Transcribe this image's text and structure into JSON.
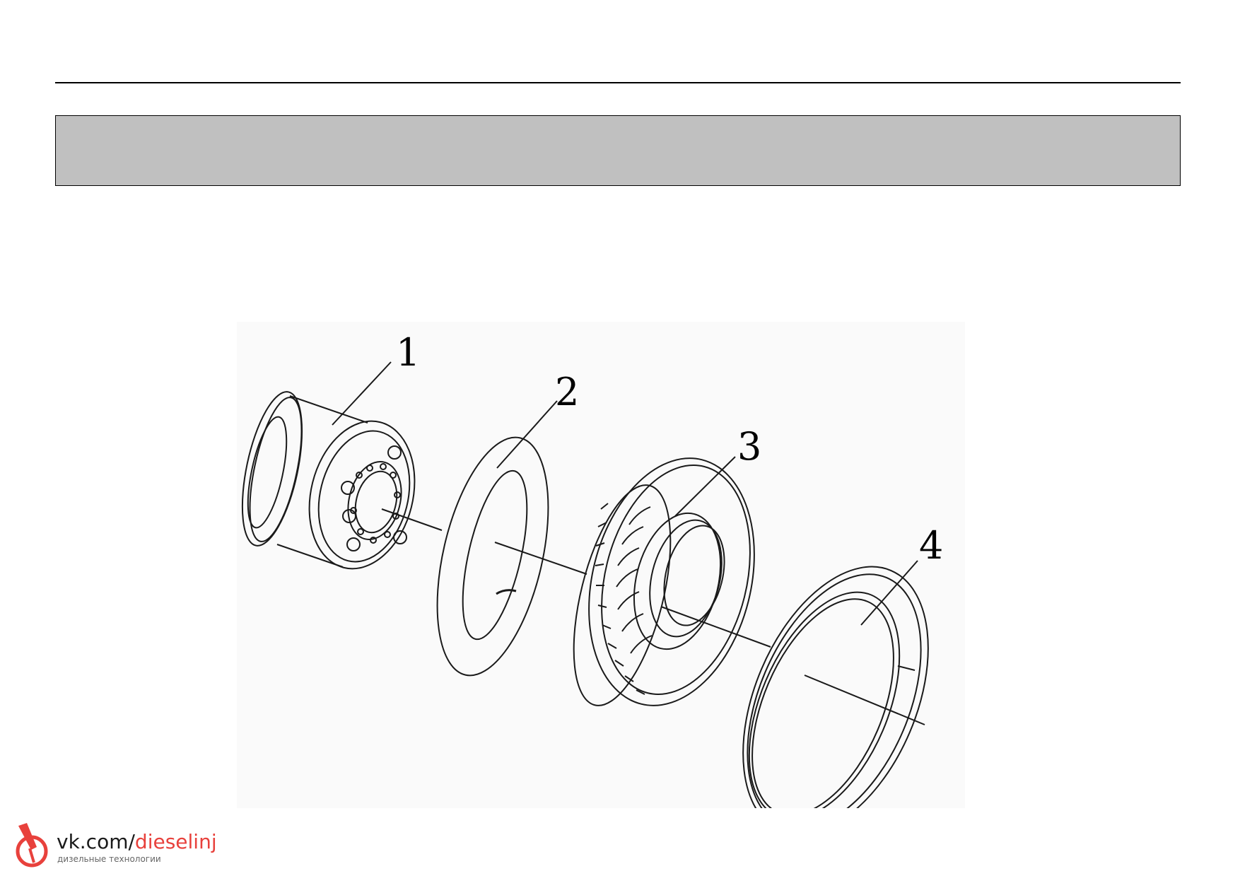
{
  "page": {
    "header_band_text": ""
  },
  "figure": {
    "callouts": [
      "1",
      "2",
      "3",
      "4"
    ],
    "parts": [
      "wheel-rim",
      "inner-tube",
      "tire",
      "lock-ring"
    ]
  },
  "watermark": {
    "url_prefix": "vk.com/",
    "url_accent": "dieselinj",
    "tagline": "дизельные технологии",
    "accent_color": "#e8413c"
  }
}
